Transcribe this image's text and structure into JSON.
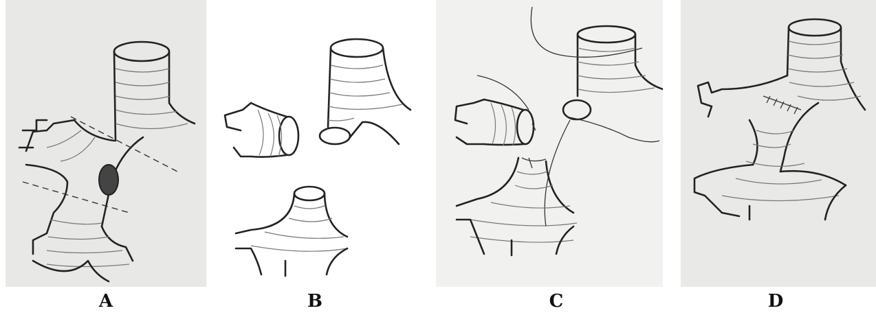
{
  "figure": {
    "panels": [
      {
        "id": "A",
        "label": "A",
        "bg": "#e8e8e6"
      },
      {
        "id": "B",
        "label": "B",
        "bg": "#ffffff"
      },
      {
        "id": "C",
        "label": "C",
        "bg": "#f1f1f0"
      },
      {
        "id": "D",
        "label": "D",
        "bg": "#e9e9e7"
      }
    ],
    "colors": {
      "ink": "#222222",
      "ring": "#777777",
      "tumor": "#444444"
    }
  }
}
